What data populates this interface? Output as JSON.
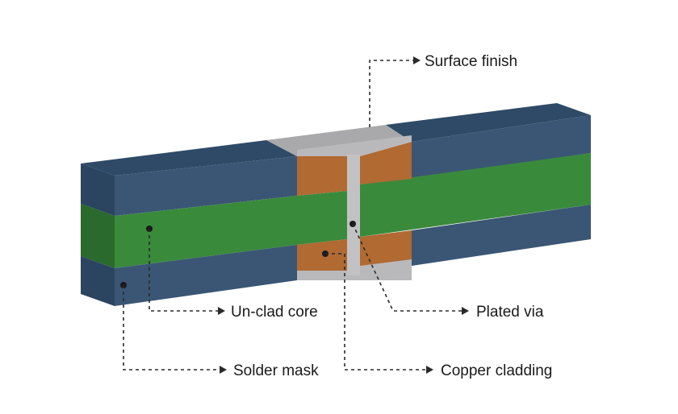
{
  "labels": {
    "surface_finish": "Surface finish",
    "unclad_core": "Un-clad core",
    "plated_via": "Plated via",
    "solder_mask": "Solder mask",
    "copper_cladding": "Copper cladding"
  },
  "colors": {
    "solder_mask": "#3a5674",
    "solder_mask_side": "#2b4560",
    "core": "#3a8a3c",
    "core_side": "#2a6a2c",
    "copper": "#b06a32",
    "surface_finish": "#b9b9bb",
    "leader": "#2a2a2a"
  }
}
